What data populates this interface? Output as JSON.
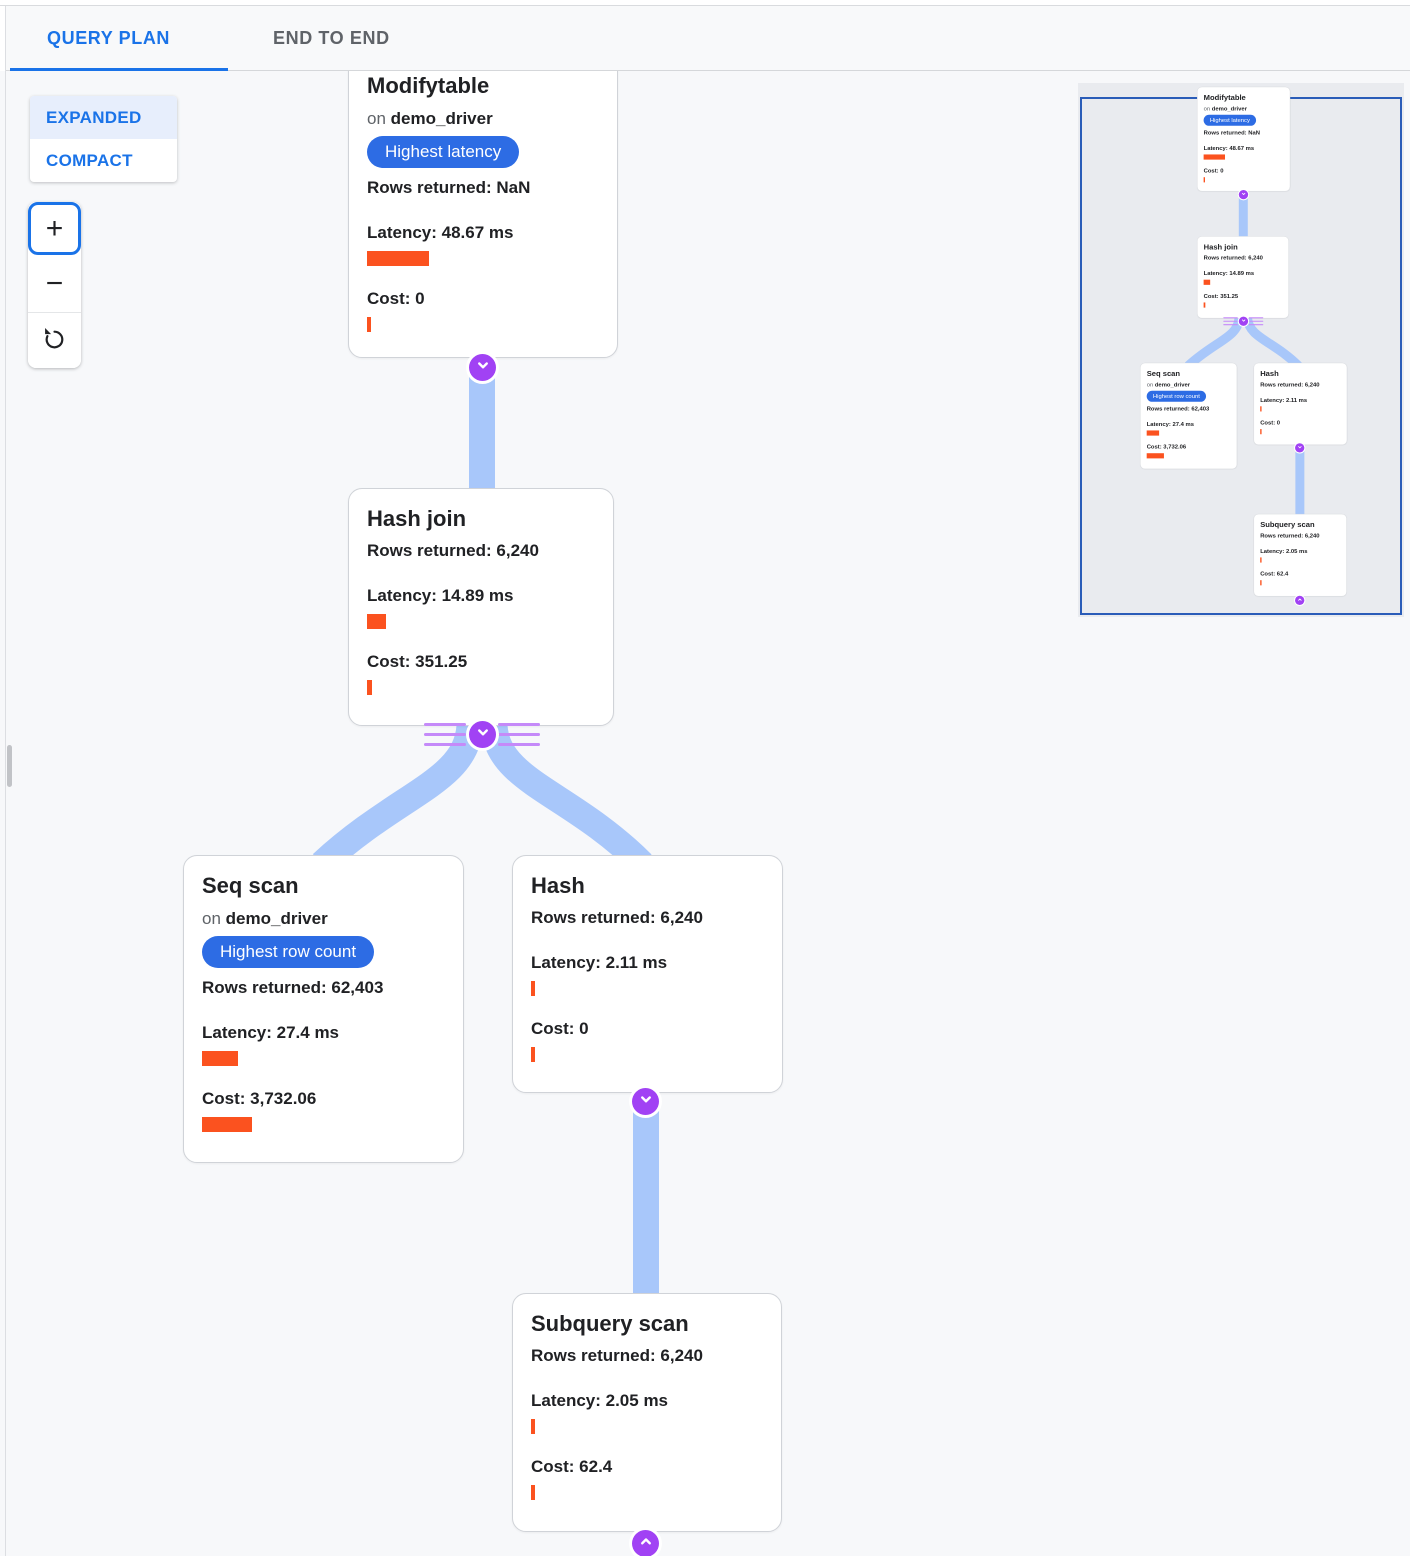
{
  "tabs": {
    "query_plan": "QUERY PLAN",
    "end_to_end": "END TO END"
  },
  "view_toggle": {
    "expanded": "EXPANDED",
    "compact": "COMPACT"
  },
  "zoom_controls": {
    "zoom_in": "+",
    "zoom_out": "−"
  },
  "colors": {
    "accent_blue": "#1a73e8",
    "badge_blue": "#2d6ce4",
    "edge_blue": "#a8c7fa",
    "connector_purple": "#a142f4",
    "connector_lines_purple": "#c58af9",
    "bar_orange": "#fb521f",
    "minimap_viewport_blue": "#2a5cb8"
  },
  "graph": {
    "nodes": [
      {
        "title": "Modifytable",
        "on_label": "on",
        "table": "demo_driver",
        "badge": "Highest latency",
        "rows": "Rows returned: NaN",
        "latency": "Latency: 48.67 ms",
        "cost": "Cost: 0",
        "latency_bar": 62,
        "cost_bar": 4
      },
      {
        "title": "Hash join",
        "rows": "Rows returned: 6,240",
        "latency": "Latency: 14.89 ms",
        "cost": "Cost: 351.25",
        "latency_bar": 19,
        "cost_bar": 5
      },
      {
        "title": "Seq scan",
        "on_label": "on",
        "table": "demo_driver",
        "badge": "Highest row count",
        "rows": "Rows returned: 62,403",
        "latency": "Latency: 27.4 ms",
        "cost": "Cost: 3,732.06",
        "latency_bar": 36,
        "cost_bar": 50
      },
      {
        "title": "Hash",
        "rows": "Rows returned: 6,240",
        "latency": "Latency: 2.11 ms",
        "cost": "Cost: 0",
        "latency_bar": 4,
        "cost_bar": 4
      },
      {
        "title": "Subquery scan",
        "rows": "Rows returned: 6,240",
        "latency": "Latency: 2.05 ms",
        "cost": "Cost: 62.4",
        "latency_bar": 4,
        "cost_bar": 4
      }
    ]
  }
}
